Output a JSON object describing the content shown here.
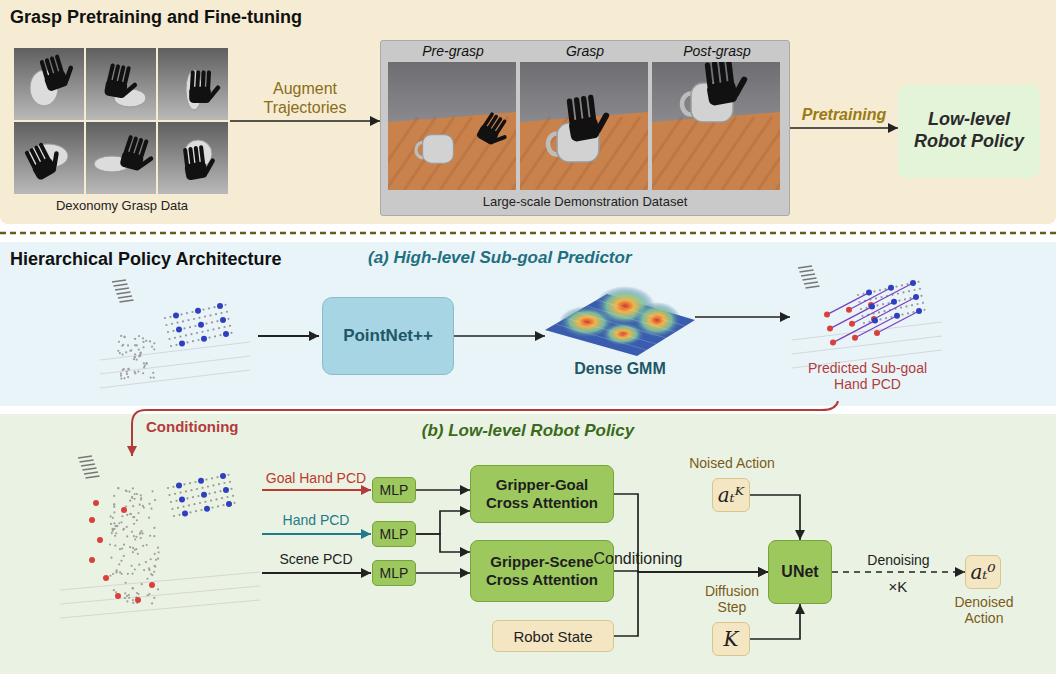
{
  "diagram": {
    "nodes": [
      {
        "text": [
          "Grasp Pretraining and Fine-tuning"
        ]
      },
      {
        "text": [
          "Dexonomy Grasp Data"
        ],
        "in": 0
      },
      {
        "text": [
          "Pre-grasp",
          "Grasp",
          "Post-grasp",
          "Large-scale Demonstration Dataset"
        ],
        "in": 0
      },
      {
        "text": [
          "Low-level Robot Policy"
        ],
        "in": 0
      },
      {
        "text": [
          "(a) High-level Sub-goal Predictor"
        ]
      },
      {
        "text": [
          "PointNet++"
        ],
        "in": 4
      },
      {
        "text": [
          "Dense GMM"
        ],
        "in": 4
      },
      {
        "text": [
          "Predicted Sub-goal Hand PCD"
        ],
        "in": 4
      },
      {
        "text": [
          "(b) Low-level Robot Policy"
        ]
      },
      {
        "text": [
          "MLP"
        ],
        "in": 8
      },
      {
        "text": [
          "MLP"
        ],
        "in": 8
      },
      {
        "text": [
          "MLP"
        ],
        "in": 8
      },
      {
        "text": [
          "Gripper-Goal Cross Attention"
        ],
        "in": 8
      },
      {
        "text": [
          "Gripper-Scene Cross Attention"
        ],
        "in": 8
      },
      {
        "text": [
          "Robot State"
        ],
        "in": 8
      },
      {
        "text": [
          "Noised Action",
          "aₜᴷ"
        ],
        "in": 8
      },
      {
        "text": [
          "Diffusion Step",
          "K"
        ],
        "in": 8
      },
      {
        "text": [
          "UNet"
        ],
        "in": 8
      },
      {
        "text": [
          "aₜ⁰",
          "Denoised Action"
        ],
        "in": 8
      }
    ],
    "edges": [
      {
        "from": 1,
        "to": 2,
        "arrow": "to",
        "label": "Augment Trajectories"
      },
      {
        "from": 2,
        "to": 3,
        "arrow": "to",
        "label": "Pretraining"
      },
      {
        "from": 5,
        "to": 6,
        "arrow": "to"
      },
      {
        "from": 6,
        "to": 7,
        "arrow": "to"
      },
      {
        "from": 9,
        "to": 12,
        "arrow": "to"
      },
      {
        "from": 10,
        "to": 12,
        "arrow": "to"
      },
      {
        "from": 10,
        "to": 13,
        "arrow": "to"
      },
      {
        "from": 11,
        "to": 13,
        "arrow": "to"
      },
      {
        "from": 12,
        "to": 17,
        "arrow": "to"
      },
      {
        "from": 13,
        "to": 17,
        "arrow": "to",
        "label": "Conditioning"
      },
      {
        "from": 14,
        "to": 17,
        "arrow": "to"
      },
      {
        "from": 15,
        "to": 17,
        "arrow": "to"
      },
      {
        "from": 16,
        "to": 17,
        "arrow": "to"
      },
      {
        "from": 17,
        "to": 18,
        "arrow": "to",
        "label": "Denoising"
      }
    ],
    "labels": [
      "Hierarchical Policy Architecture",
      "Conditioning",
      "Goal Hand PCD",
      "Hand PCD",
      "Scene PCD",
      "×K"
    ]
  }
}
